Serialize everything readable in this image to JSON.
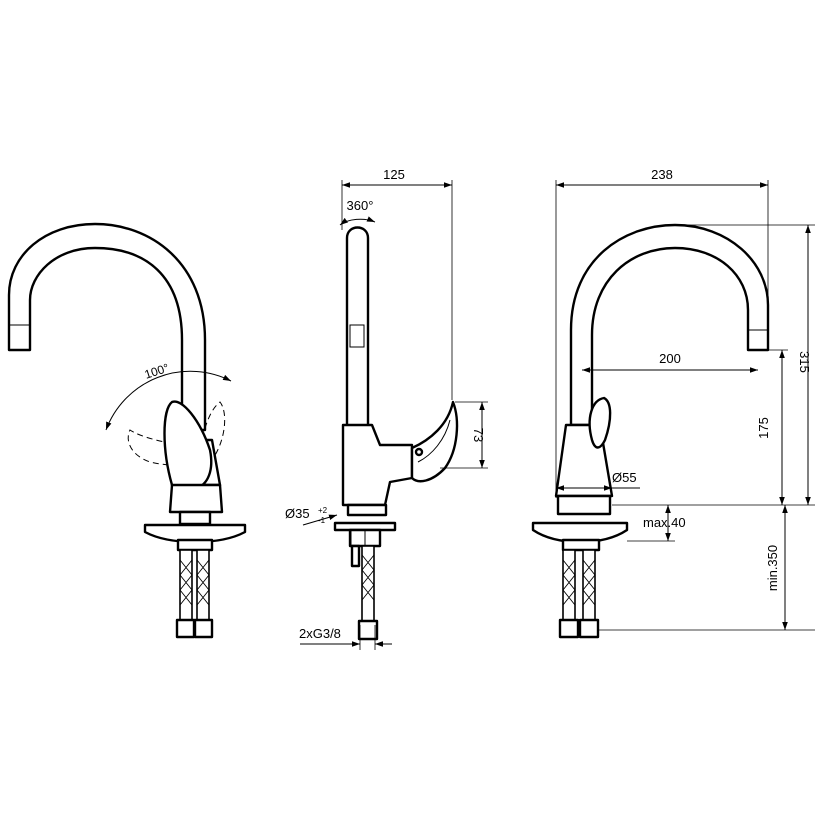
{
  "dimensions": {
    "top_width_side": "125",
    "top_width_right": "238",
    "swivel": "360°",
    "lever_angle": "100°",
    "lever_height": "73",
    "reach": "200",
    "height_total": "315",
    "height_spout": "175",
    "base_diameter": "Ø55",
    "hole_diameter": "Ø35",
    "hole_tol_plus": "+2",
    "hole_tol_minus": "-1",
    "max_thickness": "max.40",
    "min_hose": "min.350",
    "connection": "2xG3/8"
  },
  "colors": {
    "line": "#000000",
    "background": "#ffffff"
  }
}
